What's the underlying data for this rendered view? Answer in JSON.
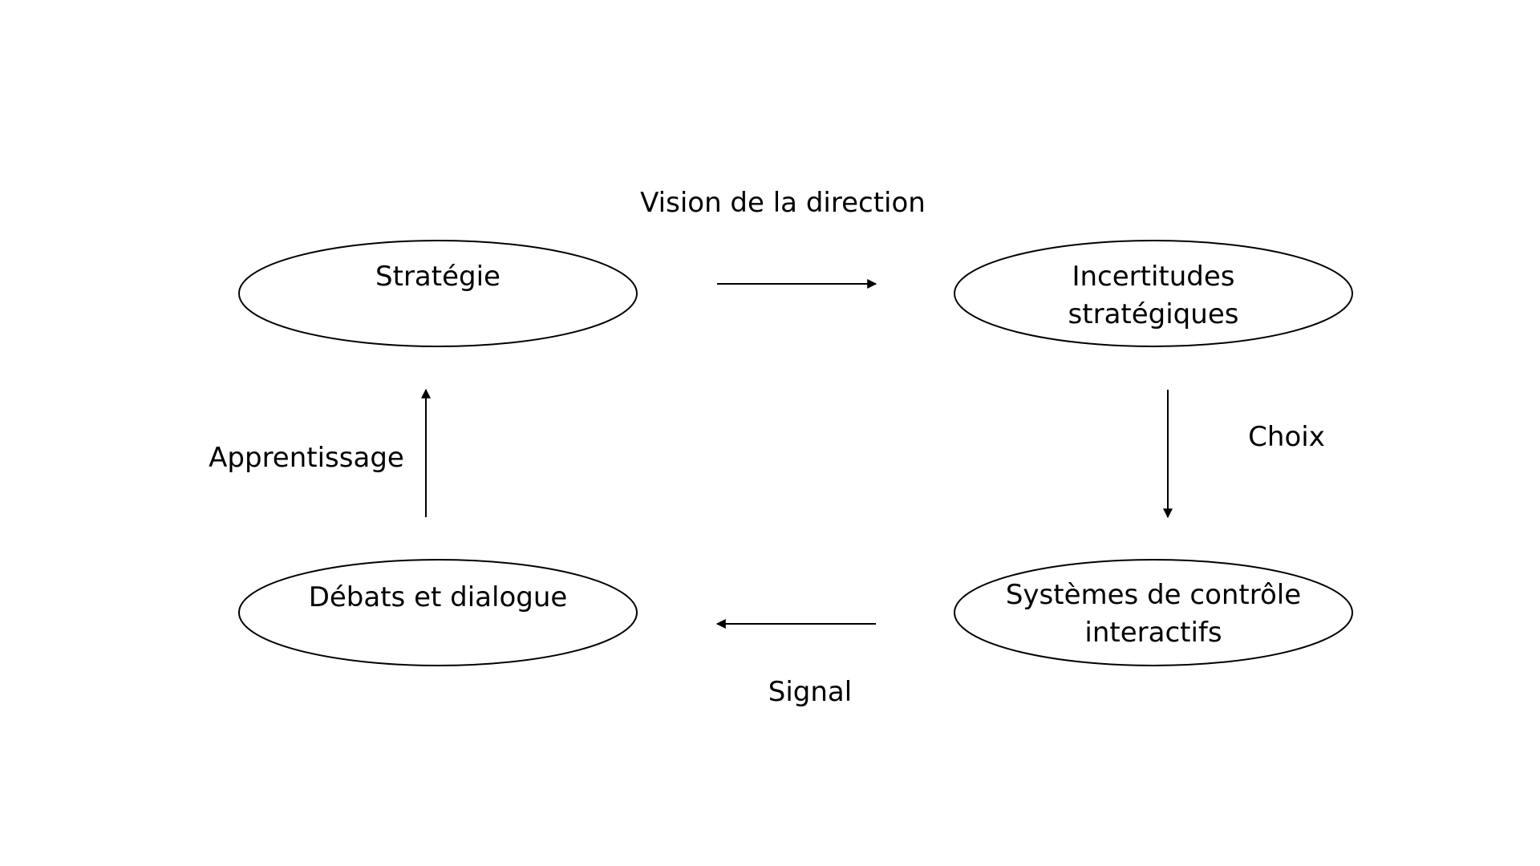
{
  "nodes": {
    "strategie": {
      "lines": [
        "Stratégie"
      ]
    },
    "incertitudes": {
      "lines": [
        "Incertitudes",
        "stratégiques"
      ]
    },
    "systemes": {
      "lines": [
        "Systèmes de contrôle",
        "interactifs"
      ]
    },
    "debats": {
      "lines": [
        "Débats et dialogue"
      ]
    }
  },
  "edges": {
    "vision": {
      "label": "Vision de la direction"
    },
    "choix": {
      "label": "Choix"
    },
    "signal": {
      "label": "Signal"
    },
    "apprentissage": {
      "label": "Apprentissage"
    }
  }
}
